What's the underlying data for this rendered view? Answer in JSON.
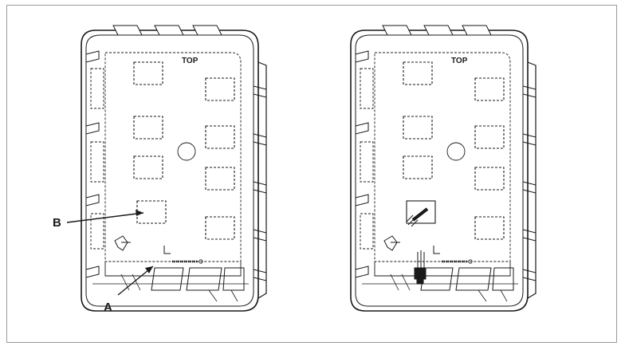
{
  "figure": {
    "left_box": {
      "top_marking": "TOP",
      "callouts": [
        {
          "id": "B",
          "text": "B"
        },
        {
          "id": "A",
          "text": "A"
        }
      ]
    },
    "right_box": {
      "top_marking": "TOP"
    }
  },
  "colors": {
    "line": "#1a1a1a",
    "border": "#9a9a9a",
    "paper": "#ffffff"
  }
}
